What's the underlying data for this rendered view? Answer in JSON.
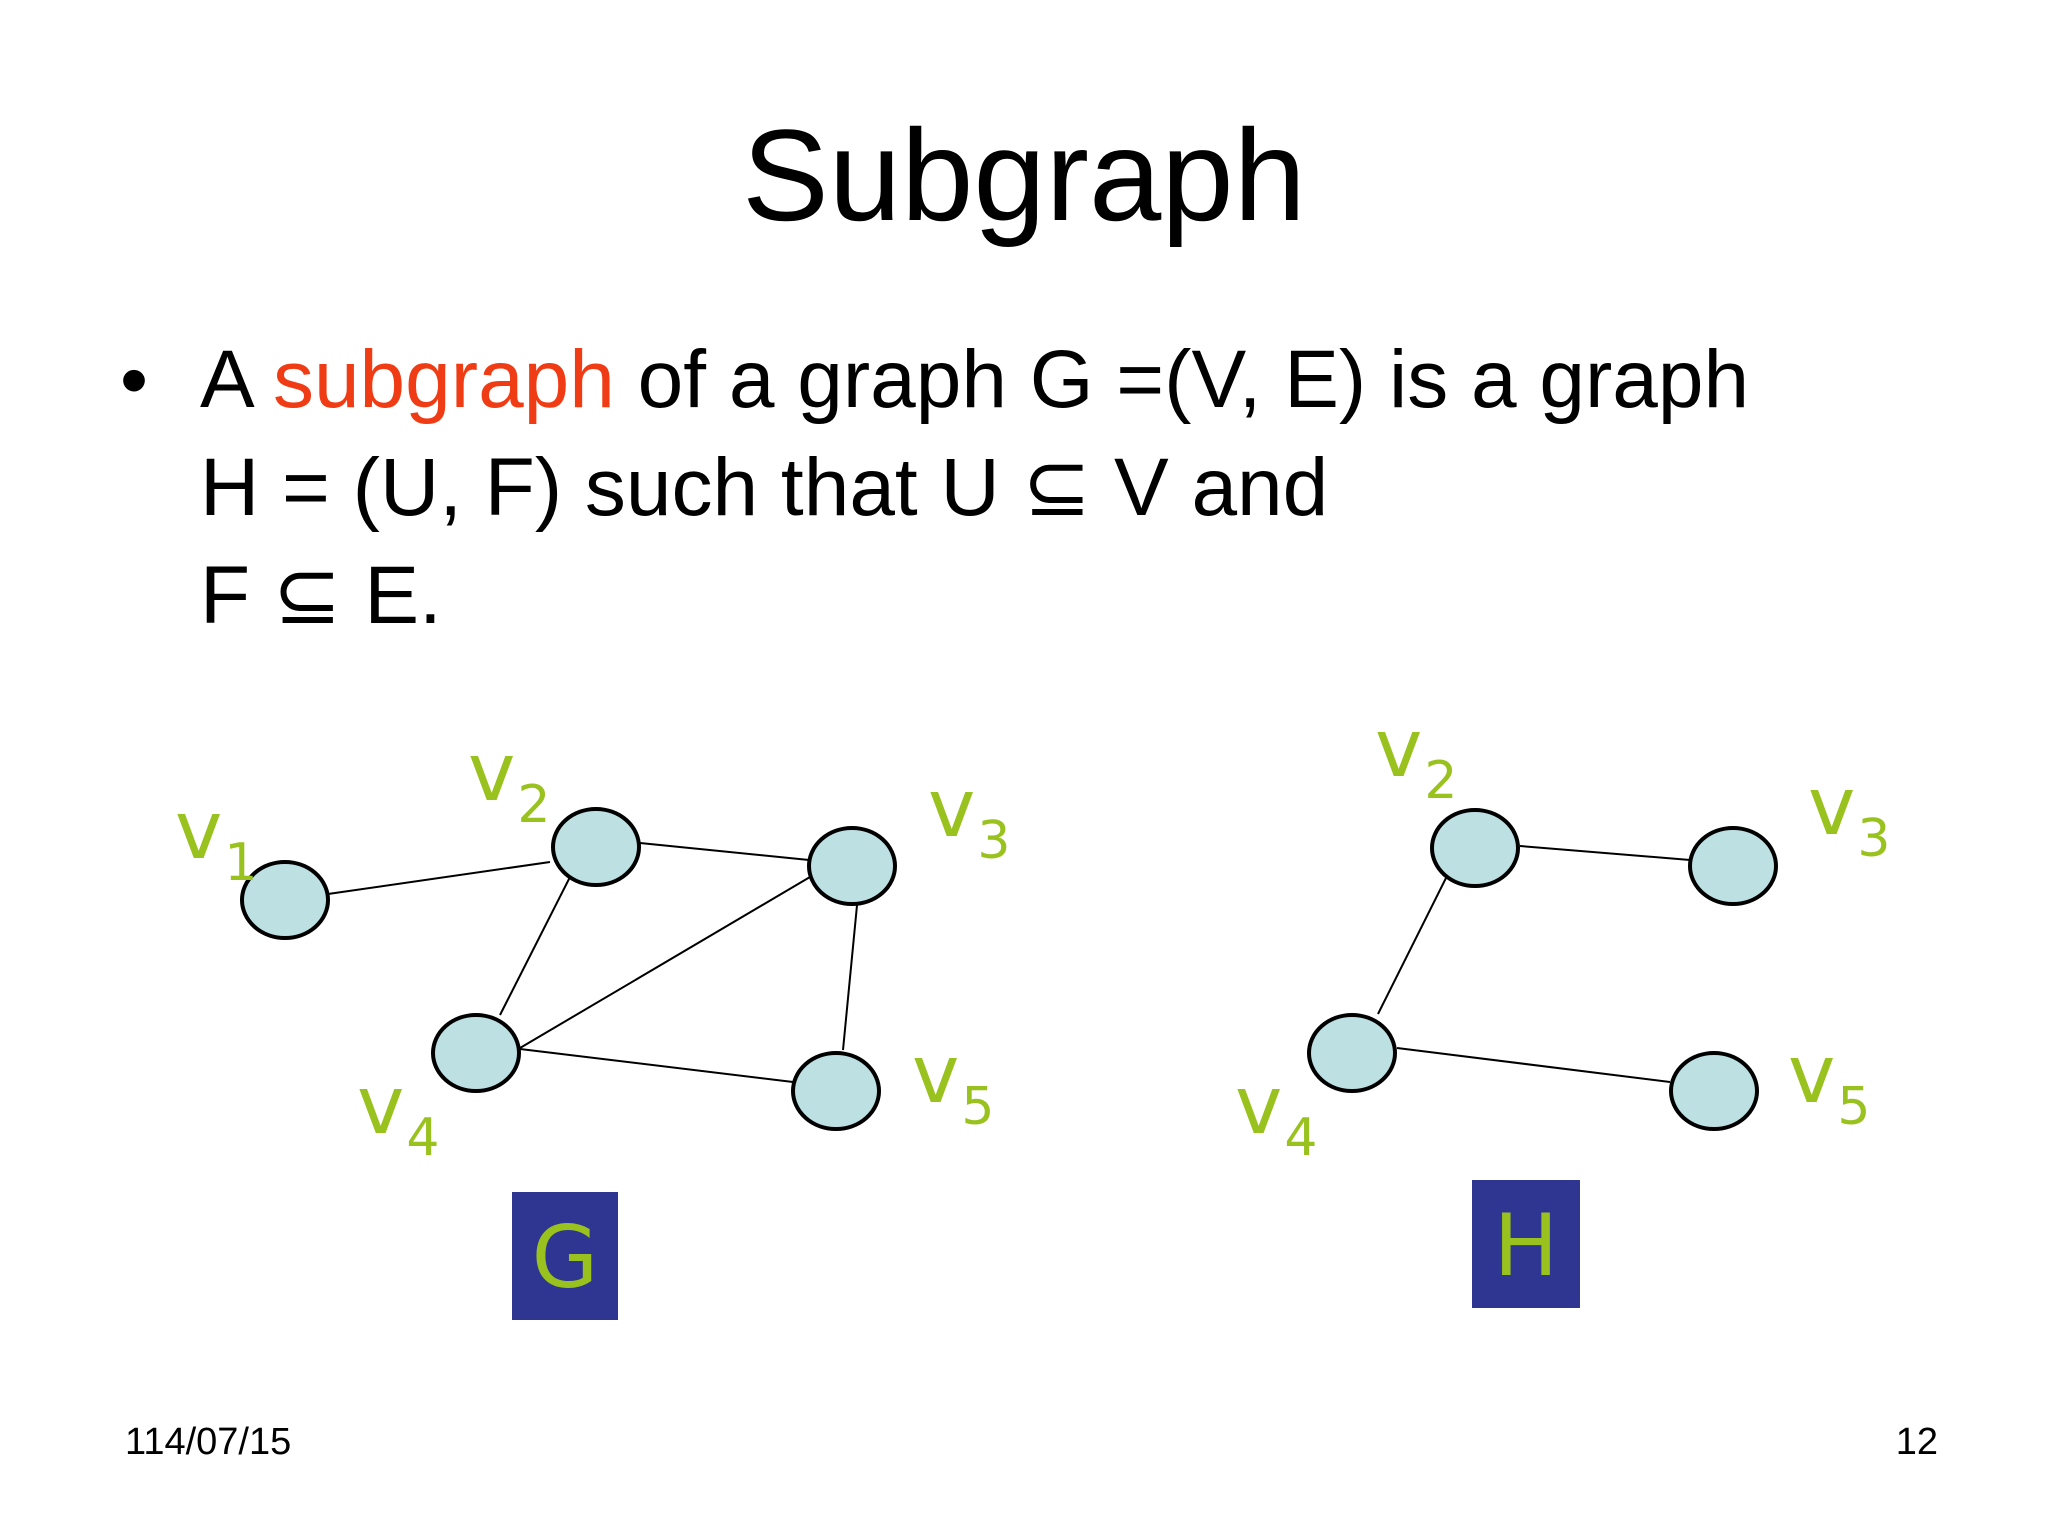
{
  "slide": {
    "title": "Subgraph",
    "bullet_marker": "•",
    "line1": {
      "prefix": "A ",
      "highlight": "subgraph",
      "suffix": " of a graph G =(V, E) is a graph"
    },
    "line2": "H = (U, F) such that U ⊆ V and",
    "line3": "F ⊆ E.",
    "highlight_color": "#f03c14"
  },
  "graphs": [
    {
      "name": "G",
      "vertices": [
        {
          "id": "v1",
          "letter": "v",
          "index": "1"
        },
        {
          "id": "v2",
          "letter": "v",
          "index": "2"
        },
        {
          "id": "v3",
          "letter": "v",
          "index": "3"
        },
        {
          "id": "v4",
          "letter": "v",
          "index": "4"
        },
        {
          "id": "v5",
          "letter": "v",
          "index": "5"
        }
      ],
      "edges": [
        [
          "v1",
          "v2"
        ],
        [
          "v2",
          "v3"
        ],
        [
          "v2",
          "v4"
        ],
        [
          "v3",
          "v4"
        ],
        [
          "v3",
          "v5"
        ],
        [
          "v4",
          "v5"
        ]
      ]
    },
    {
      "name": "H",
      "vertices": [
        {
          "id": "v2",
          "letter": "v",
          "index": "2"
        },
        {
          "id": "v3",
          "letter": "v",
          "index": "3"
        },
        {
          "id": "v4",
          "letter": "v",
          "index": "4"
        },
        {
          "id": "v5",
          "letter": "v",
          "index": "5"
        }
      ],
      "edges": [
        [
          "v2",
          "v3"
        ],
        [
          "v2",
          "v4"
        ],
        [
          "v4",
          "v5"
        ]
      ]
    }
  ],
  "colors": {
    "vertex_fill": "#bde0e3",
    "vertex_stroke": "#000000",
    "label": "#99c21f",
    "name_box": "#2e3691"
  },
  "footer": {
    "date": "114/07/15",
    "page": "12"
  }
}
